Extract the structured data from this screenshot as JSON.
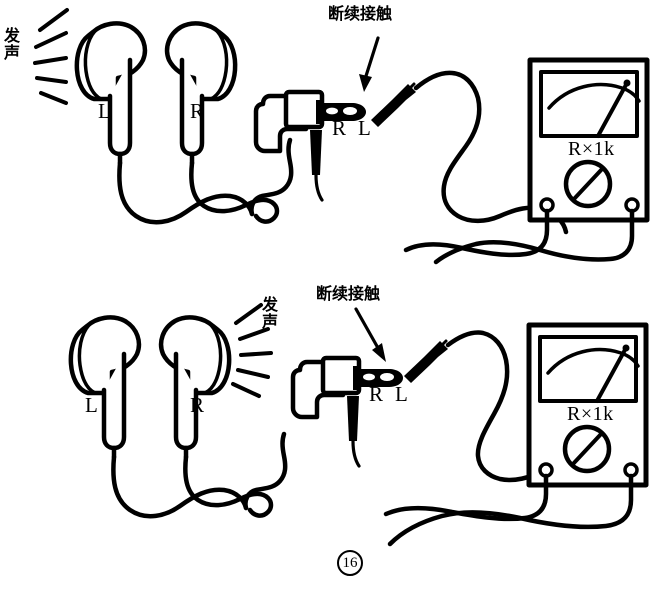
{
  "figure": {
    "number_label": "16",
    "caption_present": true
  },
  "panels": [
    {
      "id": "panel-top",
      "name": "left-channel-test",
      "sounding_label": "发声",
      "sounding_side": "left",
      "contact_label": "断续接触",
      "plug_contacts": [
        "R",
        "L"
      ],
      "earbuds": [
        {
          "side": "left",
          "label": "L",
          "sounding": true
        },
        {
          "side": "right",
          "label": "R",
          "sounding": false
        }
      ],
      "meter": {
        "name": "analog-multimeter",
        "range_label": "R×1k",
        "needle_deflected": true,
        "terminals": 2
      }
    },
    {
      "id": "panel-bottom",
      "name": "right-channel-test",
      "sounding_label": "发声",
      "sounding_side": "right",
      "contact_label": "断续接触",
      "plug_contacts": [
        "R",
        "L"
      ],
      "earbuds": [
        {
          "side": "left",
          "label": "L",
          "sounding": false
        },
        {
          "side": "right",
          "label": "R",
          "sounding": true
        }
      ],
      "meter": {
        "name": "analog-multimeter",
        "range_label": "R×1k",
        "needle_deflected": true,
        "terminals": 2
      }
    }
  ],
  "colors": {
    "ink": "#000000",
    "paper": "#ffffff"
  }
}
